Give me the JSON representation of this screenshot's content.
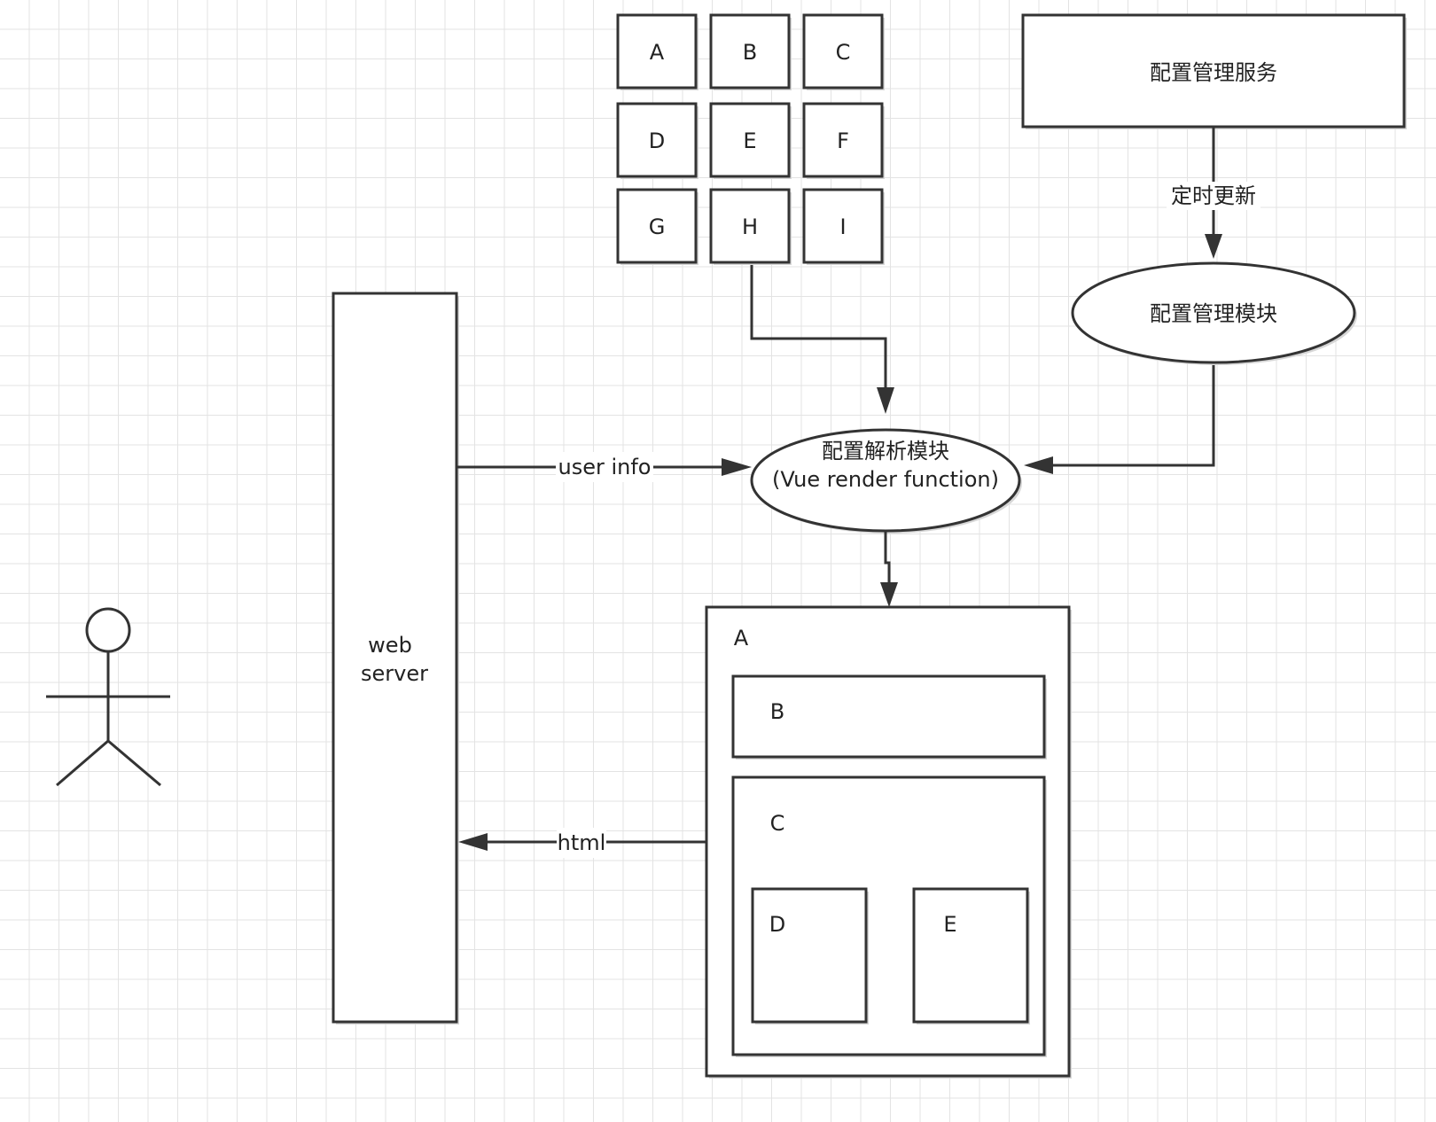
{
  "grid_cells": [
    "A",
    "B",
    "C",
    "D",
    "E",
    "F",
    "G",
    "H",
    "I"
  ],
  "config_service": "配置管理服务",
  "timer_update": "定时更新",
  "config_module": "配置管理模块",
  "parser_module": {
    "line1": "配置解析模块",
    "line2": "(Vue render function)"
  },
  "web_server": {
    "line1": "web",
    "line2": "server"
  },
  "edge_user_info": "user info",
  "edge_html": "html",
  "page_layout": {
    "a": "A",
    "b": "B",
    "c": "C",
    "d": "D",
    "e": "E"
  },
  "colors": {
    "stroke": "#333333",
    "grid": "#e3e3e3",
    "background": "#ffffff"
  }
}
